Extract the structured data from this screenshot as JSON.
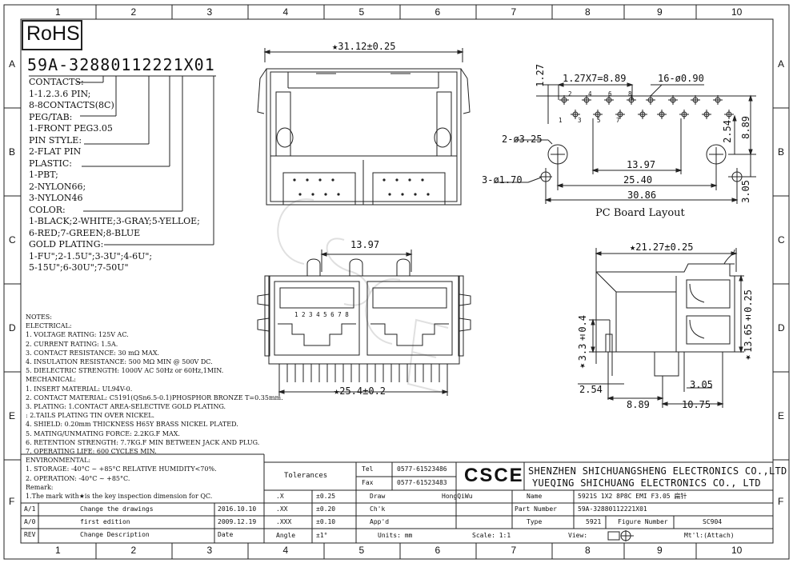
{
  "grid": {
    "cols": [
      "1",
      "2",
      "3",
      "4",
      "5",
      "6",
      "7",
      "8",
      "9",
      "10"
    ],
    "rows": [
      "A",
      "B",
      "C",
      "D",
      "E",
      "F"
    ]
  },
  "rohs": "RoHS",
  "part_code": "59A-32880112221X01",
  "options": [
    "CONTACTS:",
    "1-1.2.3.6 PIN;",
    "8-8CONTACTS(8C)",
    "PEG/TAB:",
    "1-FRONT PEG3.05",
    "PIN STYLE:",
    "2-FLAT PIN",
    "PLASTIC:",
    "1-PBT;",
    "2-NYLON66;",
    "3-NYLON46",
    "COLOR:",
    "1-BLACK;2-WHITE;3-GRAY;5-YELLOE;",
    "6-RED;7-GREEN;8-BLUE",
    "GOLD PLATING:",
    "1-FU\";2-1.5U\";3-3U\";4-6U\";",
    "5-15U\";6-30U\";7-50U\""
  ],
  "notes": [
    "NOTES:",
    "ELECTRICAL:",
    "1. VOLTAGE RATING: 125V AC.",
    "2. CURRENT RATING: 1.5A.",
    "3. CONTACT RESISTANCE: 30 mΩ MAX.",
    "4. INSULATION RESISTANCE: 500 MΩ MIN @ 500V DC.",
    "5. DIELECTRIC STRENGTH: 1000V AC 50Hz or 60Hz,1MIN.",
    "MECHANICAL:",
    "1. INSERT MATERIAL: UL94V-0.",
    "2. CONTACT MATERIAL: C5191(QSn6.5-0.1)PHOSPHOR BRONZE T=0.35mm.",
    "3. PLATING: 1.CONTACT AREA-SELECTIVE GOLD PLATING.",
    "           : 2.TAILS PLATING TIN OVER NICKEL.",
    "4. SHIELD: 0.20mm THICKNESS H65Y BRASS NICKEL PLATED.",
    "5. MATING/UNMATING FORCE: 2.2KG.F MAX.",
    "6. RETENTION STRENGTH: 7.7KG.F MIN BETWEEN JACK AND PLUG.",
    "7. OPERATING LIFE: 600 CYCLES MIN.",
    "ENVIRONMENTAL:",
    "1. STORAGE: -40°C ~ +85°C RELATIVE HUMIDITY<70%.",
    "2. OPERATION: -40°C ~ +85°C.",
    "Remark:",
    "1.The mark with★is the key inspection dimension for QC."
  ],
  "dims": {
    "top_width": "★31.12±0.25",
    "pitch": "1.27X7=8.89",
    "offset_127": "1.27",
    "holes16": "16-ø0.90",
    "hole2": "2-ø3.25",
    "hole3": "3-ø1.70",
    "pcb_1397": "13.97",
    "pcb_2540": "25.40",
    "pcb_3086": "30.86",
    "pcb_254": "2.54",
    "pcb_889": "8.89",
    "pcb_305": "3.05",
    "pcb_title": "PC Board Layout",
    "front_1397": "13.97",
    "front_254": "★25.4±0.2",
    "side_2127": "★21.27±0.25",
    "side_1365": "★13.65±0.25",
    "side_33": "★3.3±0.4",
    "side_305": "3.05",
    "side_254": "2.54",
    "side_889": "8.89",
    "side_1075": "10.75"
  },
  "pin_labels_top": [
    "2",
    "4",
    "6",
    "8"
  ],
  "pin_labels_bottom": [
    "1",
    "3",
    "5",
    "7"
  ],
  "front_pins": "1 2 3 4 5 6 7 8",
  "watermark": "CSCE",
  "title_block": {
    "tolerances": "Tolerances",
    "x": ".X",
    "x_tol": "±0.25",
    "xx": ".XX",
    "xx_tol": "±0.20",
    "xxx": ".XXX",
    "xxx_tol": "±0.10",
    "angle": "Angle",
    "angle_tol": "±1°",
    "tel_label": "Tel",
    "tel": "0577-61523486",
    "fax_label": "Fax",
    "fax": "0577-61523483",
    "logo": "CSCE",
    "company1": "SHENZHEN SHICHUANGSHENG ELECTRONICS CO.,LTD",
    "company2": "YUEQING SHICHUANG ELECTRONICS CO., LTD",
    "draw_label": "Draw",
    "draw": "HongQiWu",
    "chk_label": "Ch'k",
    "app_label": "App'd",
    "name_label": "Name",
    "name": "5921S 1X2 8P8C EMI F3.05 扁针",
    "part_number_label": "Part Number",
    "part_number": "59A-32880112221X01",
    "type_label": "Type",
    "type": "5921",
    "figure_number_label": "Figure Number",
    "figure_number": "SC904",
    "units": "Units: mm",
    "scale": "Scale: 1:1",
    "view": "View:",
    "mt": "Mt'l:(Attach)",
    "revisions": [
      {
        "rev": "A/1",
        "desc": "Change the drawings",
        "date": "2016.10.10"
      },
      {
        "rev": "A/0",
        "desc": "first edition",
        "date": "2009.12.19"
      },
      {
        "rev": "REV",
        "desc": "Change Description",
        "date": "Date"
      }
    ]
  }
}
